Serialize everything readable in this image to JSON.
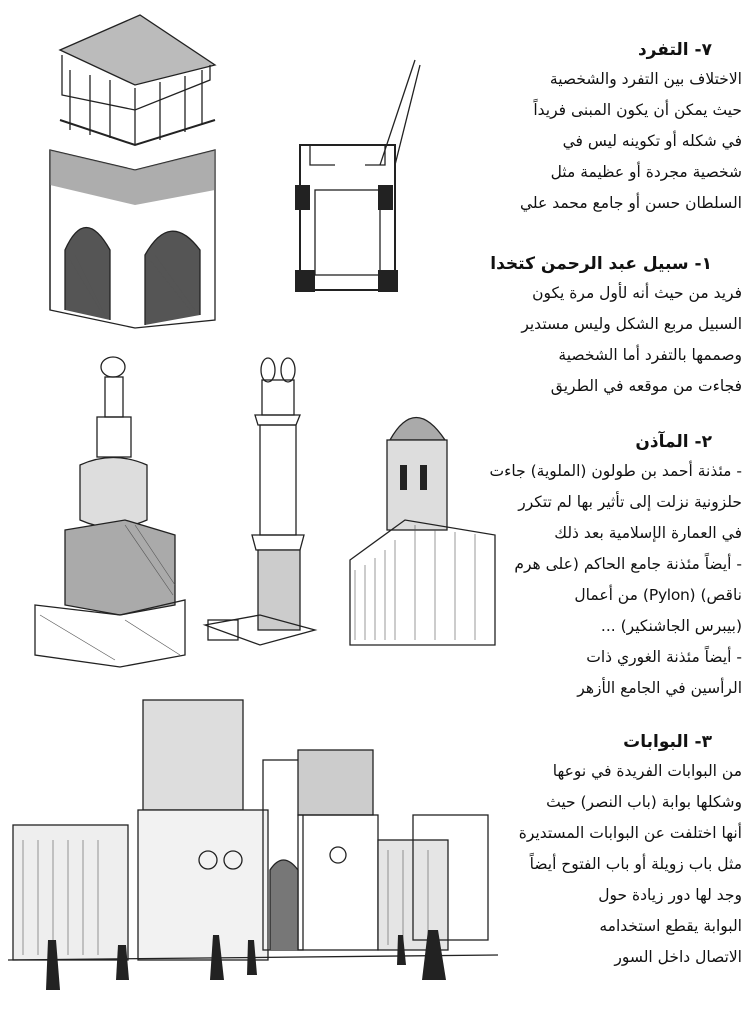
{
  "notes": [
    {
      "heading": "٧- التفرد",
      "lines": [
        "الاختلاف بين التفرد والشخصية",
        "حيث يمكن أن يكون المبنى فريداً",
        "في شكله أو تكوينه ليس في",
        "شخصية مجردة أو عظيمة مثل",
        "السلطان حسن أو جامع محمد علي"
      ]
    },
    {
      "heading": "١- سبيل عبد الرحمن كتخدا",
      "lines": [
        "فريد من حيث أنه لأول مرة يكون",
        "السبيل مربع الشكل وليس مستدير",
        "وصممها بالتفرد أما الشخصية",
        "فجاءت من موقعه في الطريق"
      ]
    },
    {
      "heading": "٢- المآذن",
      "lines": [
        "- مئذنة أحمد بن طولون (الملوية) جاءت",
        "حلزونية نزلت إلى تأثير بها لم تتكرر",
        "في العمارة الإسلامية بعد ذلك",
        "- أيضاً مئذنة جامع الحاكم (على هرم",
        "ناقص) (Pylon) من أعمال",
        "(بيبرس الجاشنكير) ...",
        "- أيضاً مئذنة الغوري ذات",
        "الرأسين في الجامع الأزهر"
      ]
    },
    {
      "heading": "٣- البوابات",
      "lines": [
        "من البوابات الفريدة في نوعها",
        "وشكلها بوابة (باب النصر) حيث",
        "أنها اختلفت عن البوابات المستديرة",
        "مثل باب زويلة أو باب الفتوح أيضاً",
        "وجد لها دور زيادة حول",
        "البوابة يقطع استخدامه",
        "الاتصال داخل السور"
      ]
    }
  ],
  "sketches": [
    "sabil-tower-sketch",
    "sabil-plan-sketch",
    "ibn-tulun-minaret-sketch",
    "minaret-sketch",
    "hakim-minaret-sketch",
    "bab-al-nasr-gate-sketch"
  ]
}
